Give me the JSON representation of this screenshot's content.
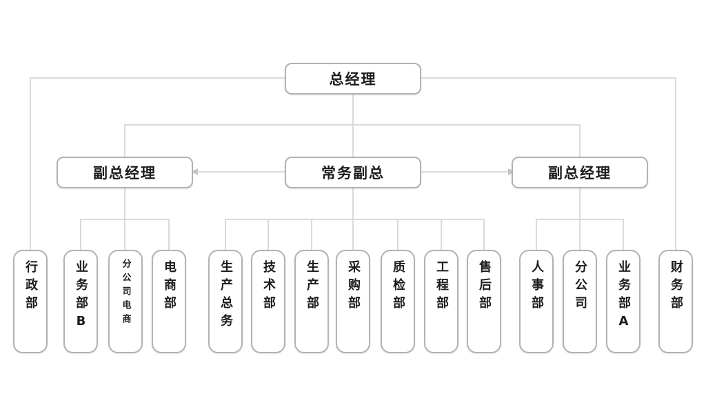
{
  "org_chart": {
    "root": {
      "label": "总经理"
    },
    "executives": [
      {
        "label": "副总经理",
        "position": "left",
        "reports_to": "总经理"
      },
      {
        "label": "常务副总",
        "position": "center",
        "reports_to": "总经理"
      },
      {
        "label": "副总经理",
        "position": "right",
        "reports_to": "总经理"
      }
    ],
    "departments": [
      {
        "label": "行政部",
        "reports_to": "总经理"
      },
      {
        "label": "业务部B",
        "reports_to": "副总经理(左)"
      },
      {
        "label": "分公司电商",
        "reports_to": "副总经理(左)"
      },
      {
        "label": "电商部",
        "reports_to": "副总经理(左)"
      },
      {
        "label": "生产总务",
        "reports_to": "常务副总"
      },
      {
        "label": "技术部",
        "reports_to": "常务副总"
      },
      {
        "label": "生产部",
        "reports_to": "常务副总"
      },
      {
        "label": "采购部",
        "reports_to": "常务副总"
      },
      {
        "label": "质检部",
        "reports_to": "常务副总"
      },
      {
        "label": "工程部",
        "reports_to": "常务副总"
      },
      {
        "label": "售后部",
        "reports_to": "常务副总"
      },
      {
        "label": "人事部",
        "reports_to": "副总经理(右)"
      },
      {
        "label": "分公司",
        "reports_to": "副总经理(右)"
      },
      {
        "label": "业务部A",
        "reports_to": "副总经理(右)"
      },
      {
        "label": "财务部",
        "reports_to": "总经理"
      }
    ],
    "arrows": [
      {
        "from": "常务副总",
        "to": "副总经理(左)",
        "direction": "left"
      },
      {
        "from": "常务副总",
        "to": "副总经理(右)",
        "direction": "right"
      }
    ]
  },
  "colors": {
    "background": "#ffffff",
    "line": "#dadada",
    "arrowhead": "#c6c6c6",
    "box_border": "#b2b2b2",
    "box_fill": "#ffffff",
    "text": "#1c1c1c"
  }
}
